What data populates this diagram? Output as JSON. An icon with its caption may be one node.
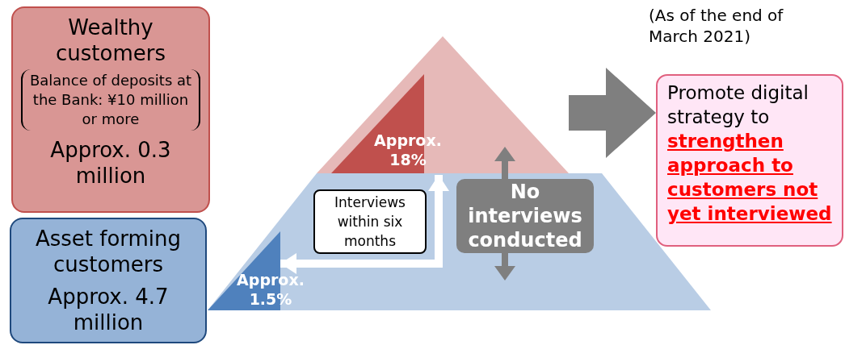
{
  "diagram": {
    "nodes": [
      {
        "text": [
          "Wealthy customers",
          "Balance of deposits at the Bank: ¥10 million or more",
          "Approx. 0.3 million"
        ]
      },
      {
        "text": [
          "Asset forming customers",
          "Approx. 4.7 million"
        ]
      },
      {
        "text": [],
        "shape": "triangle"
      },
      {
        "text": [
          "Approx. 18%"
        ],
        "in": 2
      },
      {
        "text": [],
        "shape": "trapezoid"
      },
      {
        "text": [
          "Approx. 1.5%"
        ],
        "in": 4
      },
      {
        "text": [
          "Interviews within six months"
        ],
        "in": 4
      },
      {
        "text": [
          "No interviews conducted"
        ],
        "in": 4
      },
      {
        "text": [
          "Promote digital strategy to **strengthen approach to customers not yet interviewed**"
        ]
      }
    ],
    "edges": [
      {
        "from": 5,
        "to": 3,
        "arrow": "both",
        "color": "#ffffff"
      },
      {
        "from": 2,
        "to": 8,
        "arrow": "to",
        "style": "thick",
        "color": "#7f7f7f"
      }
    ],
    "labels": [
      "(As of the end of March 2021)"
    ]
  }
}
